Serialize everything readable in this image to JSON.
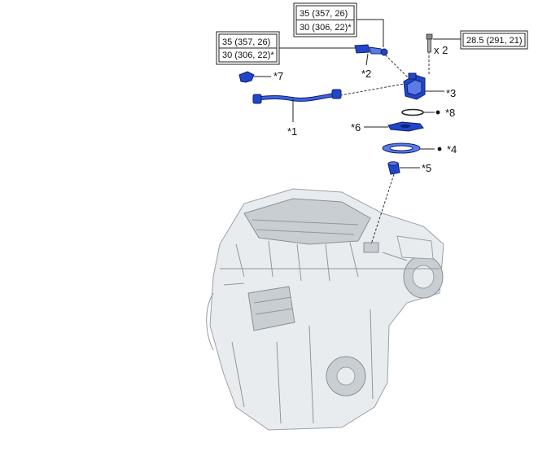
{
  "torque_specs": {
    "box_a": {
      "line1": "35 (357, 26)",
      "line2": "30 (306, 22)*"
    },
    "box_b": {
      "line1": "35 (357, 26)",
      "line2": "30 (306, 22)*"
    },
    "box_c": {
      "line1": "28.5 (291, 21)"
    }
  },
  "quantity_label": "x 2",
  "callouts": {
    "c1": "*1",
    "c2": "*2",
    "c3": "*3",
    "c4": "*4",
    "c5": "*5",
    "c6": "*6",
    "c7": "*7",
    "c8": "*8"
  },
  "colors": {
    "part_fill": "#2346c8",
    "engine_fill": "#e9ecef"
  }
}
